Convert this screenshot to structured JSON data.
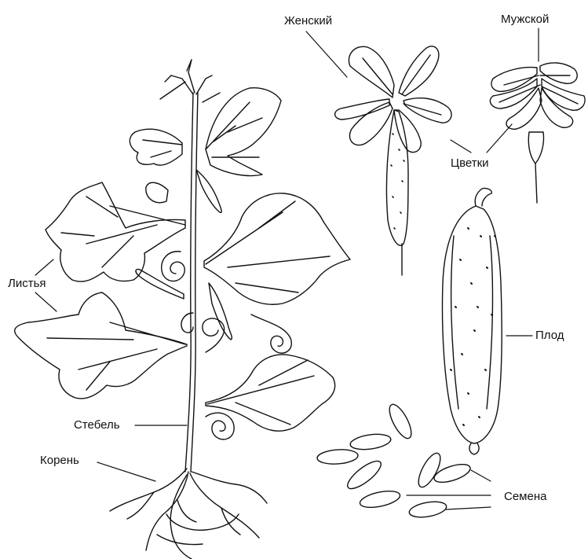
{
  "diagram": {
    "subject": "Cucumber plant parts",
    "labels": {
      "female": "Женский",
      "male": "Мужской",
      "flowers": "Цветки",
      "leaves": "Листья",
      "fruit": "Плод",
      "stem": "Стебель",
      "root": "Корень",
      "seeds": "Семена"
    }
  },
  "colors": {
    "ink": "#111111",
    "background": "#ffffff"
  }
}
